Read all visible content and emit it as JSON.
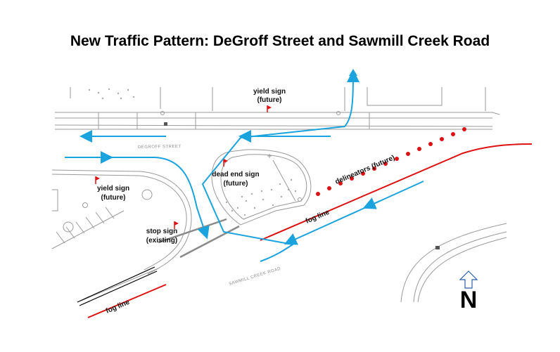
{
  "title": "New Traffic Pattern: DeGroff Street and Sawmill Creek Road",
  "streets": {
    "degroff": "DEGROFF STREET",
    "sawmill": "SAWMILL CREEK ROAD"
  },
  "labels": {
    "yield_top_1": "yield sign",
    "yield_top_2": "(future)",
    "yield_left_1": "yield sign",
    "yield_left_2": "(future)",
    "dead_end_1": "dead end sign",
    "dead_end_2": "(future)",
    "stop_1": "stop sign",
    "stop_2": "(existing)",
    "delineators": "delineators (future)",
    "fog_line_upper": "fog line",
    "fog_line_lower": "fog line"
  },
  "north": "N",
  "colors": {
    "traffic_flow": "#1aa3dc",
    "markings": "#dd1111",
    "base_map": "#9a9a9a"
  }
}
